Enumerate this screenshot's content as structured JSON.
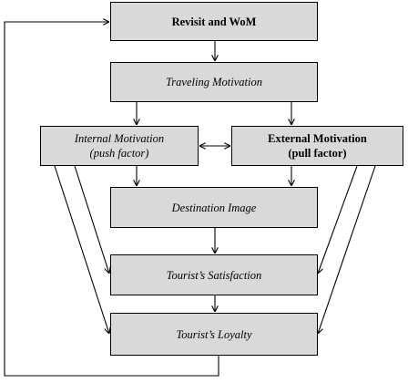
{
  "diagram": {
    "nodes": {
      "revisit": "Revisit and  WoM",
      "traveling": "Traveling Motivation",
      "internal_line1": "Internal Motivation",
      "internal_line2": "(push factor)",
      "external_line1": "External Motivation",
      "external_line2": "(pull factor)",
      "destination": "Destination Image",
      "satisfaction": "Tourist’s Satisfaction",
      "loyalty": "Tourist’s Loyalty"
    },
    "edges": [
      {
        "from": "revisit",
        "to": "traveling"
      },
      {
        "from": "traveling",
        "to": "internal"
      },
      {
        "from": "traveling",
        "to": "external"
      },
      {
        "from": "internal",
        "to": "external",
        "bidirectional": true
      },
      {
        "from": "internal",
        "to": "destination"
      },
      {
        "from": "external",
        "to": "destination"
      },
      {
        "from": "destination",
        "to": "satisfaction"
      },
      {
        "from": "satisfaction",
        "to": "loyalty"
      },
      {
        "from": "internal",
        "to": "satisfaction"
      },
      {
        "from": "internal",
        "to": "loyalty"
      },
      {
        "from": "external",
        "to": "satisfaction"
      },
      {
        "from": "external",
        "to": "loyalty"
      },
      {
        "from": "loyalty",
        "to": "revisit",
        "feedback": true
      }
    ],
    "colors": {
      "box_fill": "#d9d9d9",
      "stroke": "#000000"
    }
  }
}
